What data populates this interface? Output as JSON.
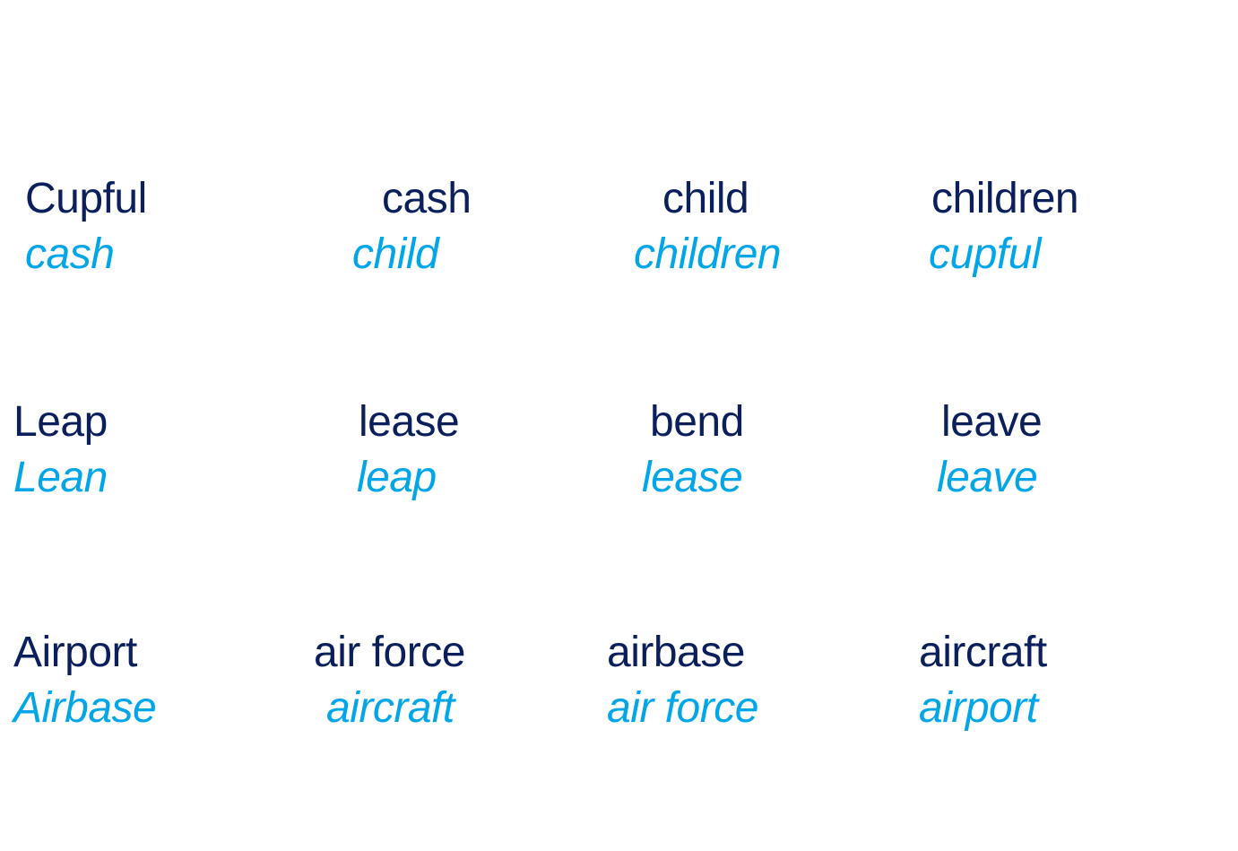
{
  "colors": {
    "primary_word": "#0b1f5c",
    "secondary_word": "#00a6e8",
    "background": "#ffffff"
  },
  "rows": [
    {
      "pairs": [
        {
          "primary": "Cupful",
          "secondary": "cash"
        },
        {
          "primary": "cash",
          "secondary": "child"
        },
        {
          "primary": "child",
          "secondary": "children"
        },
        {
          "primary": "children",
          "secondary": "cupful"
        }
      ]
    },
    {
      "pairs": [
        {
          "primary": "Leap",
          "secondary": "Lean"
        },
        {
          "primary": "lease",
          "secondary": "leap"
        },
        {
          "primary": "bend",
          "secondary": "lease"
        },
        {
          "primary": "leave",
          "secondary": "leave"
        }
      ]
    },
    {
      "pairs": [
        {
          "primary": "Airport",
          "secondary": "Airbase"
        },
        {
          "primary": "air force",
          "secondary": "aircraft"
        },
        {
          "primary": "airbase",
          "secondary": "air force"
        },
        {
          "primary": "aircraft",
          "secondary": "airport"
        }
      ]
    }
  ]
}
